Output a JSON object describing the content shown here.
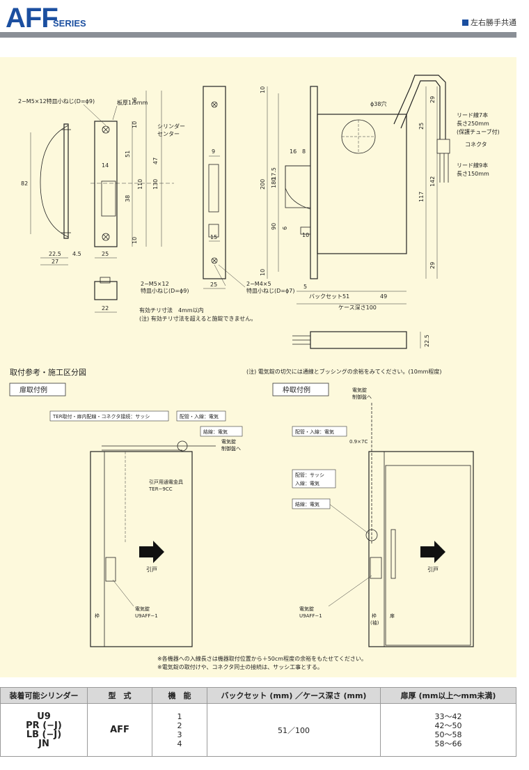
{
  "header": {
    "series_main": "AFF",
    "series_sub": "SERIES",
    "hand": "左右勝手共通"
  },
  "drawing": {
    "front": {
      "screw_top": "2−M5×12特皿小ねじ(D=ϕ9)",
      "plate": "板厚1.5mm",
      "cyl_center_1": "シリンダー",
      "cyl_center_2": "センター",
      "screw_bot_1": "2−M5×12",
      "screw_bot_2": "特皿小ねじ(D=ϕ9)"
    },
    "side": {
      "screw_1": "2−M4×5",
      "screw_2": "特皿小ねじ(D=ϕ7)"
    },
    "case": {
      "hole": "ϕ38穴",
      "lead7_1": "リード線7本",
      "lead7_2": "長さ250mm",
      "lead7_3": "(保護チューブ付)",
      "connector": "コネクタ",
      "lead9_1": "リード線9本",
      "lead9_2": "長さ150mm",
      "backset": "バックセット51",
      "depth": "ケース深さ100"
    },
    "notes": {
      "eff_1": "有効チリ寸法　4mm以内",
      "eff_2": "(注) 有効チリ寸法を超えると施錠できません。"
    },
    "dims": {
      "d36": "36",
      "d10a": "10",
      "d51": "51",
      "d47": "47",
      "d14": "14",
      "d110": "110",
      "d130": "130",
      "d38": "38",
      "d10b": "10",
      "d82": "82",
      "d225": "22.5",
      "d45": "4.5",
      "d27": "27",
      "d25a": "25",
      "d22": "22",
      "d9": "9",
      "d15": "15",
      "d25b": "25",
      "d10c": "10",
      "d200": "200",
      "d180": "180",
      "d175": "17.5",
      "d16": "16",
      "d8": "8",
      "d90": "90",
      "d6": "6",
      "d10d": "10",
      "d10e": "10",
      "d5": "5",
      "d49": "49",
      "d29a": "29",
      "d25c": "25",
      "d142": "142",
      "d117": "117",
      "d29b": "29",
      "d225b": "22.5"
    }
  },
  "install": {
    "title": "取付参考・施工区分図",
    "note": "(注) 電気錠の切欠には通線とブッシングの余裕をみてください。(10mm程度)",
    "door": {
      "tab": "扉取付例",
      "ter": "TER取付・扉内配線・コネクタ接続：サッシ",
      "pipe": "配管・入線：電気",
      "wire": "結線：電気",
      "ctrl_1": "電気錠",
      "ctrl_2": "制御盤へ",
      "fit_1": "引戸用通電金具",
      "fit_2": "TER−9CC",
      "door_lbl": "引戸",
      "frame_lbl": "枠",
      "lock_1": "電気錠",
      "lock_2": "U9AFF−1"
    },
    "frame": {
      "tab": "枠取付例",
      "ctrl_1": "電気錠",
      "ctrl_2": "制御盤へ",
      "pipe": "配管・入線：電気",
      "code": "0.9×7C",
      "pipe_sash": "配管：サッシ",
      "entry": "入線：電気",
      "wire": "結線：電気",
      "door_lbl": "引戸",
      "frame_1": "枠",
      "frame_2": "(袖)",
      "door2": "扉",
      "lock_1": "電気錠",
      "lock_2": "U9AFF−1"
    },
    "foot_1": "※各機器への入線長さは機器取付位置から＋50cm程度の余裕をもたせてください。",
    "foot_2": "※電気錠の取付けや、コネクタ同士の接続は、サッシ工事とする。"
  },
  "table": {
    "headers": [
      "装着可能シリンダー",
      "型　式",
      "機　能",
      "バックセット (mm) ／ケース深さ (mm)",
      "扉厚 (mm以上〜mm未満)"
    ],
    "cylinders": [
      "U9",
      "PR (−J)",
      "LB (−J)",
      "JN"
    ],
    "model": "AFF",
    "functions": [
      "1",
      "2",
      "3",
      "4"
    ],
    "backset": "51／100",
    "thickness": [
      "33〜42",
      "42〜50",
      "50〜58",
      "58〜66"
    ]
  }
}
